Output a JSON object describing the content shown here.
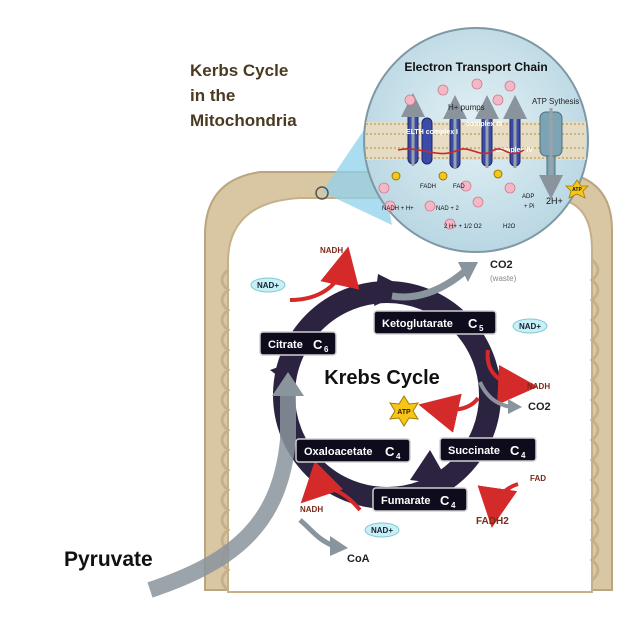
{
  "title_lines": [
    "Kerbs Cycle",
    "in the",
    "Mitochondria"
  ],
  "etc": {
    "title": "Electron Transport Chain",
    "h_plus": "H+",
    "h_pumps": "H+ pumps",
    "atp_synthesis": "ATP Sythesis",
    "complex_i": "ELTH complex I",
    "complex_iii": "complex III",
    "complex_iv": "complex IV",
    "fadh": "FADH",
    "fad": "FAD",
    "nadh_eq": "NADH + H+",
    "nad_eq": "NAD + 2",
    "adp": "ADP",
    "pi": "+ Pi",
    "two_h": "2H+",
    "water_eq": "2 H+ + 1/2 O2",
    "water": "H2O",
    "atp": "ATP"
  },
  "cycle": {
    "center_label": "Krebs Cycle",
    "boxes": {
      "citrate": {
        "name": "Citrate",
        "c": "C",
        "n": "6"
      },
      "ketoglutarate": {
        "name": "Ketoglutarate",
        "c": "C",
        "n": "5"
      },
      "succinate": {
        "name": "Succinate",
        "c": "C",
        "n": "4"
      },
      "fumarate": {
        "name": "Fumarate",
        "c": "C",
        "n": "4"
      },
      "oxaloacetate": {
        "name": "Oxaloacetate",
        "c": "C",
        "n": "4"
      }
    },
    "labels": {
      "nadh": "NADH",
      "nad_plus": "NAD+",
      "co2_top": "CO2",
      "waste": "(waste)",
      "co2_right": "CO2",
      "atp": "ATP",
      "fad": "FAD",
      "fadh2": "FADH2",
      "pyruvate": "Pyruvate",
      "coa": "CoA"
    }
  },
  "colors": {
    "membrane": "#d9c7a4",
    "membrane_inner": "#f1e8d4",
    "cycle_ring": "#2c2340",
    "box_fill": "#0d0b1c",
    "red_arrow": "#d42a2a",
    "gray_arrow": "#8a949c",
    "nad_bubble": "#c8f0f6",
    "atp_star": "#f5c518",
    "etc_zoom": "#cfe6ef"
  }
}
